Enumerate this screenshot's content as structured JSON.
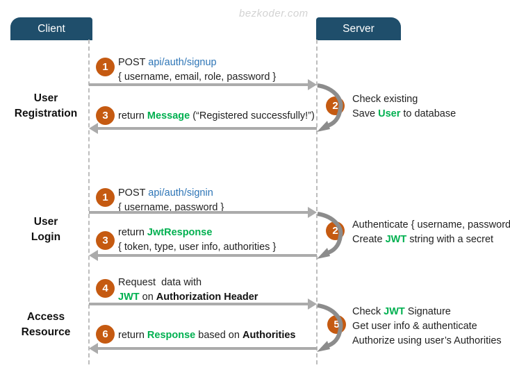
{
  "watermark": "bezkoder.com",
  "actors": {
    "client": "Client",
    "server": "Server"
  },
  "colors": {
    "header_bg": "#1F4E6B",
    "badge_bg": "#C55A11",
    "link_blue": "#2E75B6",
    "keyword_green": "#00B050",
    "arrow_gray": "#ABABAB",
    "curve_gray": "#8C8C8C",
    "lifeline_gray": "#BDBDBD"
  },
  "sections": [
    {
      "label_lines": [
        "User",
        "Registration"
      ],
      "messages": [
        {
          "badge": "1",
          "lines": [
            [
              {
                "t": "POST "
              },
              {
                "t": "api/auth/signup",
                "s": "blue"
              }
            ],
            [
              {
                "t": "{ username, email, role, password }"
              }
            ]
          ]
        },
        {
          "badge": "2",
          "lines": [
            [
              {
                "t": "Check existing"
              }
            ],
            [
              {
                "t": "Save "
              },
              {
                "t": "User",
                "s": "green"
              },
              {
                "t": " to database"
              }
            ]
          ]
        },
        {
          "badge": "3",
          "lines": [
            [
              {
                "t": "return "
              },
              {
                "t": "Message",
                "s": "green"
              },
              {
                "t": " (“Registered successfully!”)"
              }
            ]
          ]
        }
      ]
    },
    {
      "label_lines": [
        "User",
        "Login"
      ],
      "messages": [
        {
          "badge": "1",
          "lines": [
            [
              {
                "t": "POST "
              },
              {
                "t": "api/auth/signin",
                "s": "blue"
              }
            ],
            [
              {
                "t": "{ username, password }"
              }
            ]
          ]
        },
        {
          "badge": "2",
          "lines": [
            [
              {
                "t": "Authenticate { username, password }"
              }
            ],
            [
              {
                "t": "Create "
              },
              {
                "t": "JWT",
                "s": "green"
              },
              {
                "t": " string with a secret"
              }
            ]
          ]
        },
        {
          "badge": "3",
          "lines": [
            [
              {
                "t": "return "
              },
              {
                "t": "JwtResponse",
                "s": "green"
              }
            ],
            [
              {
                "t": "{ token, type, user info, authorities }"
              }
            ]
          ]
        }
      ]
    },
    {
      "label_lines": [
        "Access",
        "Resource"
      ],
      "messages": [
        {
          "badge": "4",
          "lines": [
            [
              {
                "t": "Request  data with"
              }
            ],
            [
              {
                "t": "JWT",
                "s": "green"
              },
              {
                "t": " on "
              },
              {
                "t": "Authorization Header",
                "s": "bold"
              }
            ]
          ]
        },
        {
          "badge": "5",
          "lines": [
            [
              {
                "t": "Check "
              },
              {
                "t": "JWT",
                "s": "green"
              },
              {
                "t": " Signature"
              }
            ],
            [
              {
                "t": "Get user info & authenticate"
              }
            ],
            [
              {
                "t": "Authorize using user’s Authorities"
              }
            ]
          ]
        },
        {
          "badge": "6",
          "lines": [
            [
              {
                "t": "return "
              },
              {
                "t": "Response",
                "s": "green"
              },
              {
                "t": " based on "
              },
              {
                "t": "Authorities",
                "s": "bold"
              }
            ]
          ]
        }
      ]
    }
  ]
}
